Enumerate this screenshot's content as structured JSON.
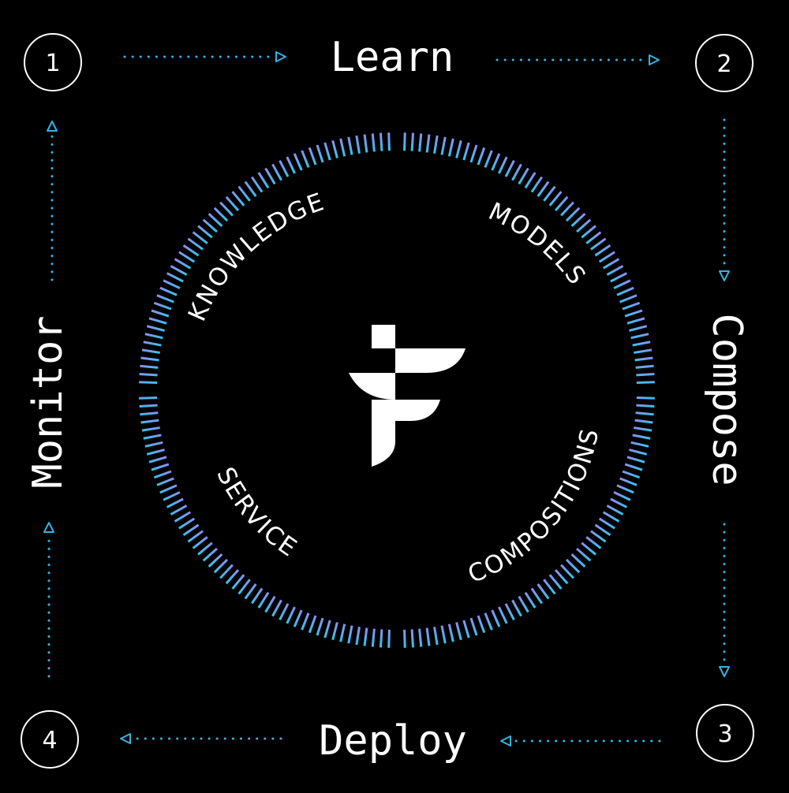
{
  "colors": {
    "background": "#000000",
    "foreground": "#ffffff",
    "arrow": "#35b3e0",
    "ring_top": "#8c8ef2",
    "ring_bottom": "#35c3ec"
  },
  "steps": [
    {
      "number": "1",
      "label": "Learn"
    },
    {
      "number": "2",
      "label": "Compose"
    },
    {
      "number": "3",
      "label": "Deploy"
    },
    {
      "number": "4",
      "label": "Monitor"
    }
  ],
  "ring_labels": {
    "knowledge": "KNOWLEDGE",
    "models": "MODELS",
    "compositions": "COMPOSITIONS",
    "service": "SERVICE"
  },
  "logo": {
    "icon": "logo-icon"
  }
}
